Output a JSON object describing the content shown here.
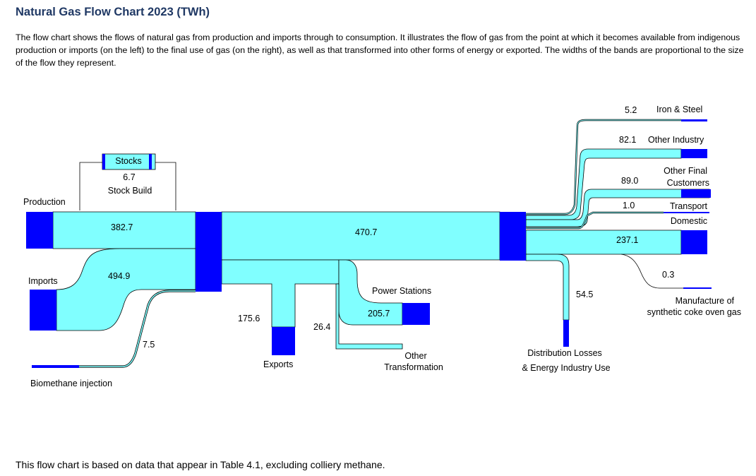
{
  "title": "Natural Gas Flow Chart 2023 (TWh)",
  "description": "The flow chart shows the flows of natural gas from production and imports through to consumption. It illustrates the flow of gas from the point at which it becomes available from indigenous production or imports (on the left) to the final use of gas (on the right), as well as that transformed into other forms of energy or exported. The widths of the bands are proportional to the size of the flow they represent.",
  "footnote": "This flow chart is based on data that appear in Table 4.1, excluding colliery methane.",
  "colors": {
    "flow": "#80ffff",
    "node": "#0000ff",
    "title": "#1f3864"
  },
  "diagram": {
    "sources": {
      "production": {
        "label": "Production",
        "value": "382.7"
      },
      "imports": {
        "label": "Imports",
        "value": "494.9"
      },
      "biomethane": {
        "label": "Biomethane injection",
        "value": "7.5"
      }
    },
    "stocks": {
      "label": "Stocks",
      "value": "6.7",
      "sublabel": "Stock Build"
    },
    "total": {
      "value": "470.7"
    },
    "exports": {
      "label": "Exports",
      "value": "175.6"
    },
    "power_stations": {
      "label": "Power Stations",
      "value": "205.7"
    },
    "other_transformation": {
      "label_line1": "Other",
      "label_line2": "Transformation",
      "value": "26.4"
    },
    "distribution_losses": {
      "label_line1": "Distribution Losses",
      "label_line2": "& Energy Industry Use",
      "value": "54.5"
    },
    "iron_steel": {
      "label": "Iron & Steel",
      "value": "5.2"
    },
    "other_industry": {
      "label": "Other Industry",
      "value": "82.1"
    },
    "other_final": {
      "label_line1": "Other Final",
      "label_line2": "Customers",
      "value": "89.0"
    },
    "transport": {
      "label": "Transport",
      "value": "1.0"
    },
    "domestic": {
      "label": "Domestic",
      "value": "237.1"
    },
    "coke_oven": {
      "label_line1": "Manufacture of",
      "label_line2": "synthetic coke oven gas",
      "value": "0.3"
    }
  }
}
